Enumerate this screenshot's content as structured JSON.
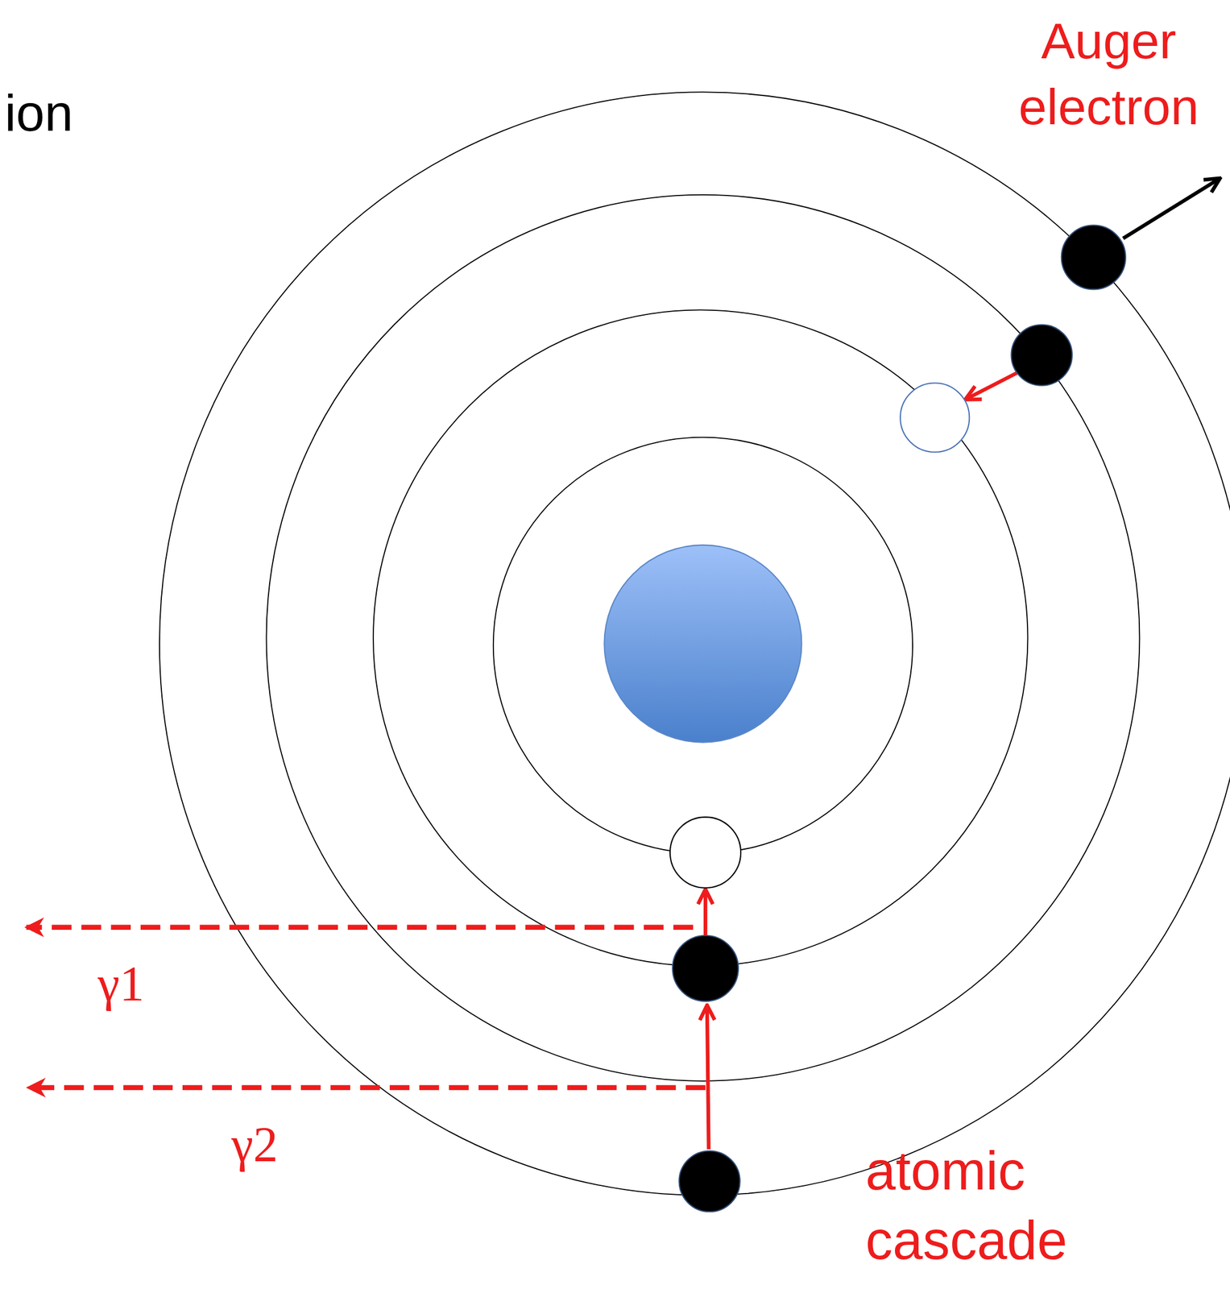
{
  "diagram": {
    "labels": [
      "ion",
      "Auger electron",
      "γ1",
      "γ2",
      "atomic cascade"
    ]
  }
}
